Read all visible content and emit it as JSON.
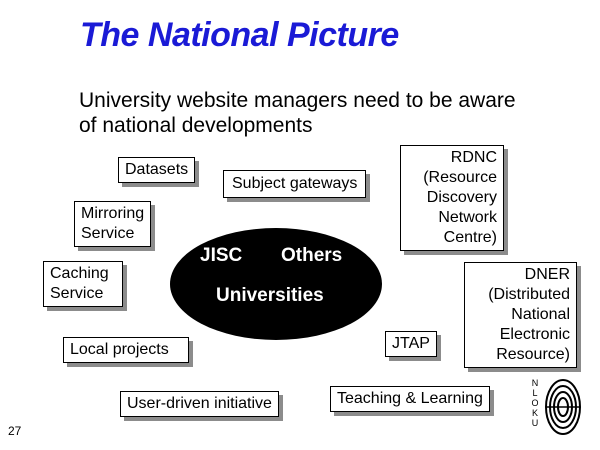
{
  "slide": {
    "title": "The National Picture",
    "subtitle": "University website managers need to be aware of national developments",
    "page_number": "27"
  },
  "center": {
    "jisc": "JISC",
    "others": "Others",
    "universities": "Universities",
    "fill": "#000000"
  },
  "boxes": {
    "datasets": "Datasets",
    "subject_gateways": "Subject gateways",
    "rdnc": [
      "RDNC",
      "(Resource",
      "Discovery",
      "Network",
      "Centre)"
    ],
    "mirroring": [
      "Mirroring",
      "Service"
    ],
    "caching": [
      "Caching",
      "Service"
    ],
    "dner": [
      "DNER",
      "(Distributed",
      "National",
      "Electronic",
      "Resource)"
    ],
    "local_projects": "Local projects",
    "jtap": "JTAP",
    "user_driven": "User-driven initiative",
    "teaching": "Teaching & Learning"
  },
  "colors": {
    "title": "#1a1ad6",
    "shadow": "#8c8c8c"
  },
  "logo": {
    "letters": [
      "U",
      "K",
      "O",
      "L",
      "N"
    ],
    "icon": "ukoln-logo-icon"
  }
}
